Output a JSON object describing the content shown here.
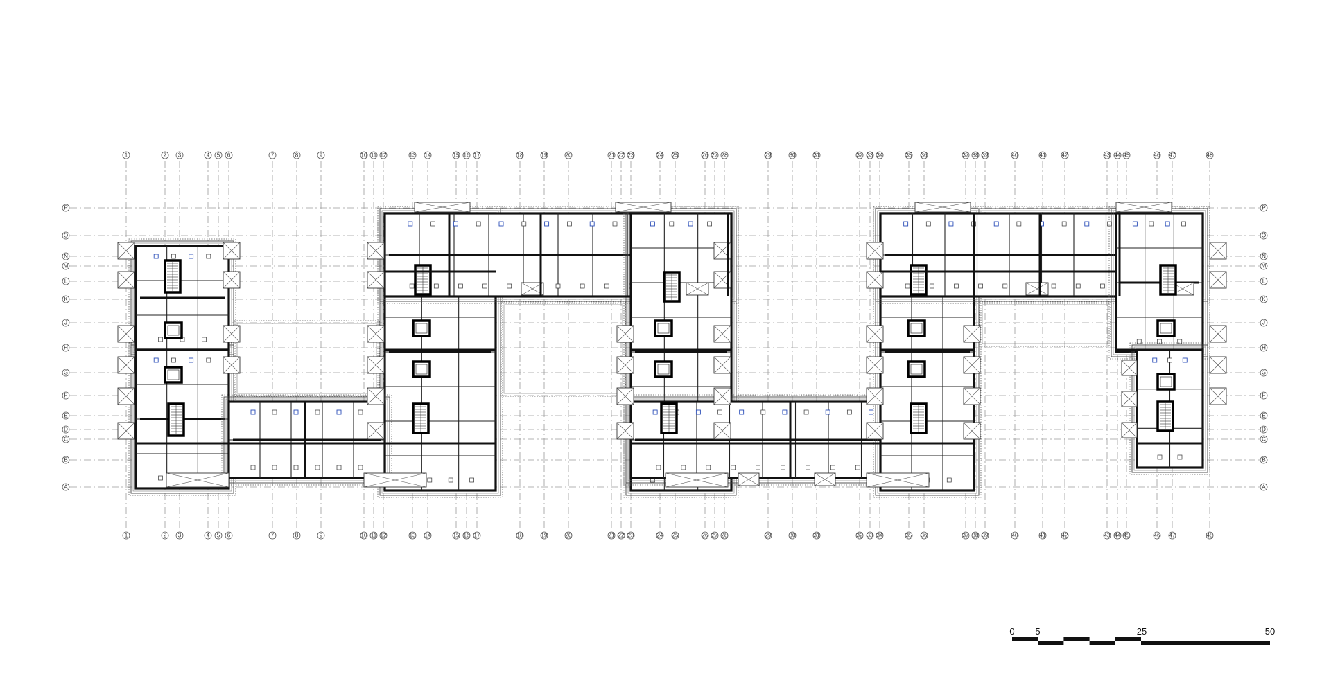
{
  "grid": {
    "columns": [
      "1",
      "2",
      "3",
      "4",
      "5",
      "6",
      "7",
      "8",
      "9",
      "10",
      "11",
      "12",
      "13",
      "14",
      "15",
      "16",
      "17",
      "18",
      "19",
      "20",
      "21",
      "22",
      "23",
      "24",
      "25",
      "26",
      "27",
      "28",
      "29",
      "30",
      "31",
      "32",
      "33",
      "34",
      "35",
      "36",
      "37",
      "38",
      "39",
      "40",
      "41",
      "42",
      "43",
      "44",
      "45",
      "46",
      "47",
      "48"
    ],
    "rows": [
      "P",
      "O",
      "N",
      "M",
      "L",
      "K",
      "J",
      "H",
      "G",
      "F",
      "E",
      "D",
      "C",
      "B",
      "A"
    ]
  },
  "scale_bar": {
    "labels": [
      "0",
      "5",
      "25",
      "50"
    ],
    "segments": 6
  },
  "colors": {
    "line": "#111111",
    "grid": "#9a9a9a",
    "fixture_accent": "#2a4db8",
    "background": "#ffffff"
  }
}
